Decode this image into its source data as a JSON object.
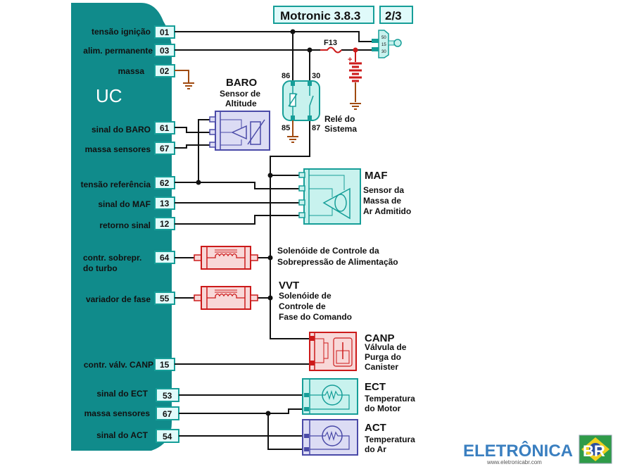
{
  "header": {
    "title": "Motronic 3.8.3",
    "page": "2/3"
  },
  "colors": {
    "ecu_teal": "#108b8b",
    "pin_box_fill": "#e0fafa",
    "teal_component": "#169e98",
    "teal_component_fill": "#c8f2ee",
    "blue_component": "#4a4aa8",
    "blue_component_fill": "#dcdcf4",
    "red_component": "#cc1a1a",
    "red_component_fill": "#f8d8d8",
    "ground": "#a04a10",
    "wire": "#111111"
  },
  "ecu": {
    "label": "UC",
    "pins": [
      {
        "name": "tensão ignição",
        "number": "01"
      },
      {
        "name": "alim. permanente",
        "number": "03"
      },
      {
        "name": "massa",
        "number": "02"
      },
      {
        "name": "sinal do BARO",
        "number": "61"
      },
      {
        "name": "massa sensores",
        "number": "67"
      },
      {
        "name": "tensão referência",
        "number": "62"
      },
      {
        "name": "sinal do MAF",
        "number": "13"
      },
      {
        "name": "retorno sinal",
        "number": "12"
      },
      {
        "name": "contr. sobrepr.",
        "name2": "do turbo",
        "number": "64"
      },
      {
        "name": "variador de fase",
        "number": "55"
      },
      {
        "name": "contr. válv. CANP",
        "number": "15"
      },
      {
        "name": "sinal do ECT",
        "number": "53"
      },
      {
        "name": "massa sensores",
        "number": "67"
      },
      {
        "name": "sinal do ACT",
        "number": "54"
      }
    ]
  },
  "components": {
    "ignition_switch": {
      "terminals": [
        "50",
        "15",
        "30"
      ]
    },
    "fuse": {
      "label": "F13"
    },
    "battery": {
      "polarity": "+"
    },
    "relay": {
      "label1": "Relé do",
      "label2": "Sistema",
      "terminals": {
        "t86": "86",
        "t30": "30",
        "t85": "85",
        "t87": "87"
      }
    },
    "baro": {
      "title": "BARO",
      "desc1": "Sensor de",
      "desc2": "Altitude"
    },
    "maf": {
      "title": "MAF",
      "desc1": "Sensor da",
      "desc2": "Massa de",
      "desc3": "Ar Admitido"
    },
    "boost_solenoid": {
      "desc1": "Solenóide de Controle da",
      "desc2": "Sobrepressão de Alimentação"
    },
    "vvt": {
      "title": "VVT",
      "desc1": "Solenóide de",
      "desc2": "Controle de",
      "desc3": "Fase do Comando"
    },
    "canp": {
      "title": "CANP",
      "desc1": "Válvula de",
      "desc2": "Purga do",
      "desc3": "Canister"
    },
    "ect": {
      "title": "ECT",
      "desc1": "Temperatura",
      "desc2": "do Motor"
    },
    "act": {
      "title": "ACT",
      "desc1": "Temperatura",
      "desc2": "do Ar"
    }
  },
  "logo": {
    "text": "ELETRÔNICA",
    "badge": "BR",
    "url": "www.eletronicabr.com"
  }
}
